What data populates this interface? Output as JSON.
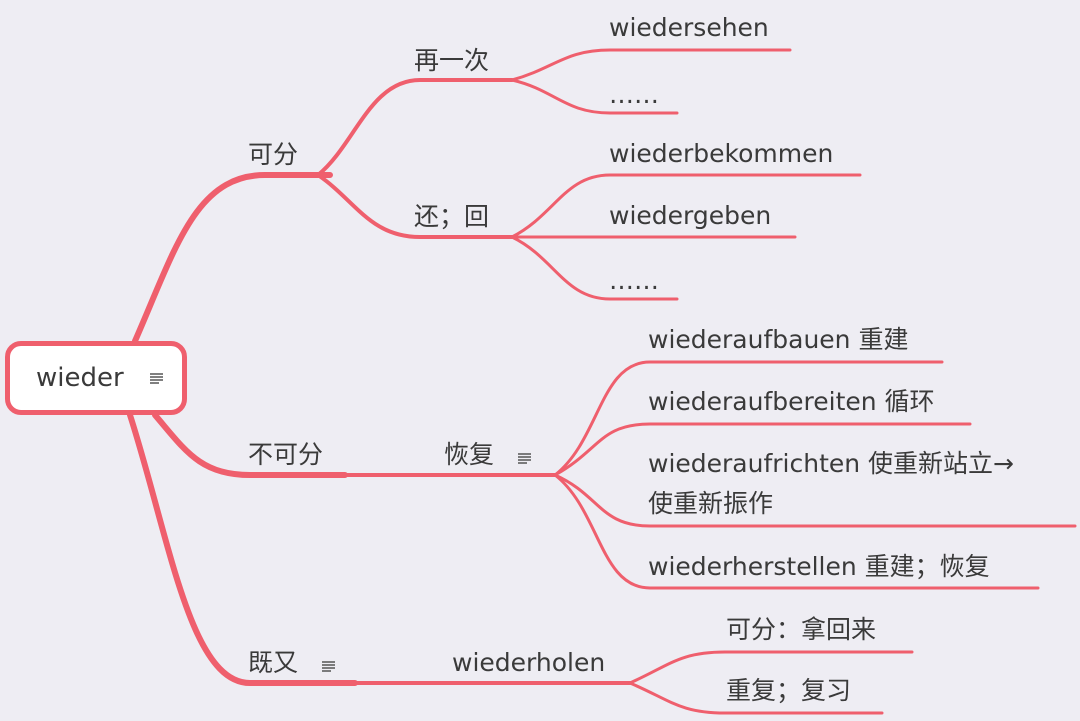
{
  "accent": "#ef5f6d",
  "root": {
    "label": "wieder",
    "note_icon": "note-lines-icon"
  },
  "branches": {
    "separable": {
      "label": "可分",
      "again": {
        "label": "再一次",
        "children": [
          "wiedersehen",
          "……"
        ]
      },
      "back": {
        "label": "还；回",
        "children": [
          "wiederbekommen",
          "wiedergeben",
          "……"
        ]
      }
    },
    "inseparable": {
      "label": "不可分",
      "restore": {
        "label": "恢复",
        "note_icon": "note-lines-icon",
        "children": [
          "wiederaufbauen 重建",
          "wiederaufbereiten 循环",
          "wiederaufrichten 使重新站立→",
          "使重新振作",
          "wiederherstellen 重建；恢复"
        ]
      }
    },
    "both": {
      "label": "既又",
      "note_icon": "note-lines-icon",
      "holen": {
        "label": "wiederholen",
        "children": [
          "可分：拿回来",
          "重复；复习"
        ]
      }
    }
  }
}
